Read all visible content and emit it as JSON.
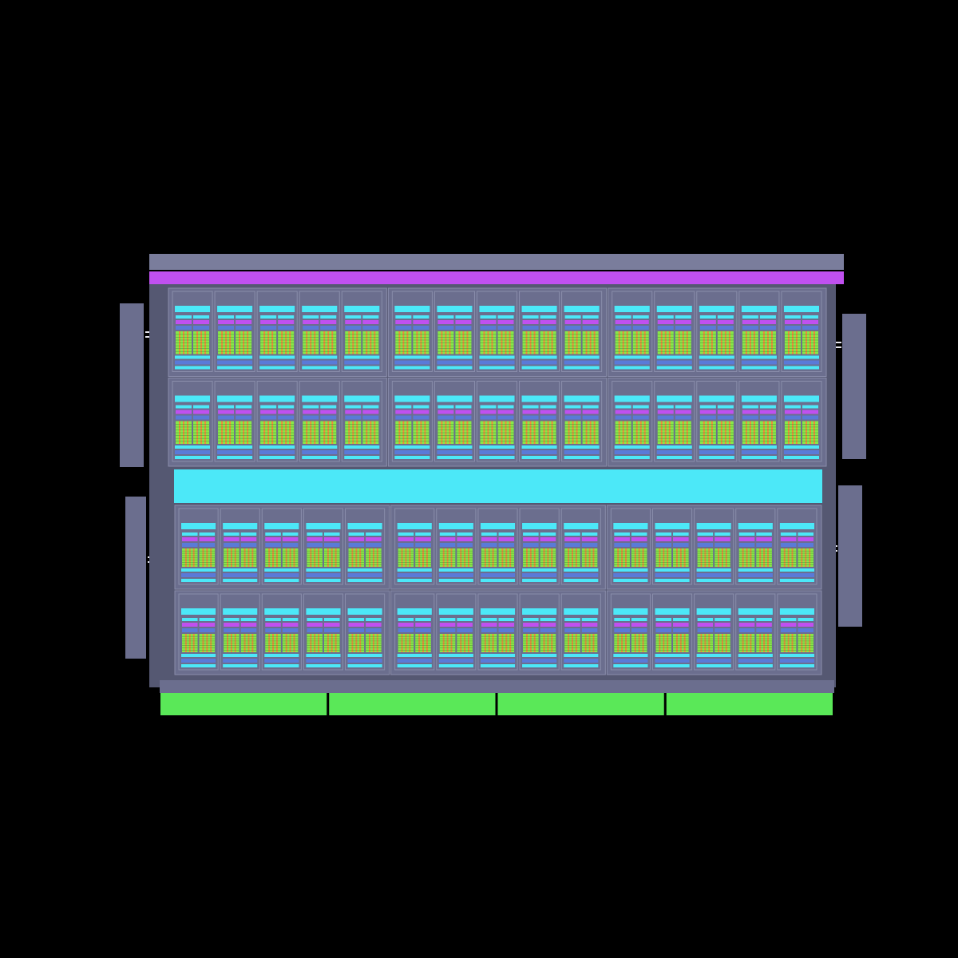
{
  "colors": {
    "background": "#000000",
    "frame": "#6b6e8e",
    "frame_dark": "#555872",
    "top_bar": "#7a7d9c",
    "purple": "#c050f0",
    "cyan": "#4ce8f8",
    "green": "#88e848",
    "orange": "#f08a3a",
    "blue": "#5a7ad8",
    "bottom_green": "#5ae858",
    "arrow": "#e8e8f0"
  },
  "structure": {
    "halves": 2,
    "rows_per_half": 2,
    "groups_per_row": 3,
    "units_per_group": 5,
    "lanes_per_unit": 2,
    "bottom_segments": 4,
    "side_modules": 4
  }
}
